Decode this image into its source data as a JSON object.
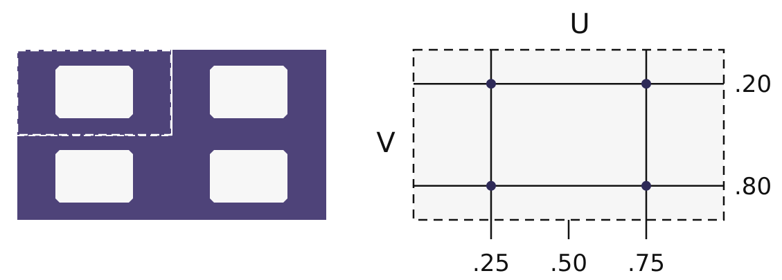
{
  "colors": {
    "tile_fill": "#4e4379",
    "hole_fill": "#f7f7f7",
    "selection_outline": "#ffffff",
    "uv_frame_fill": "#f6f6f6",
    "line": "#111111",
    "point": "#2e2a58"
  },
  "left_panel": {
    "tiles": {
      "columns": 2,
      "rows": 2,
      "selected": "top-left"
    }
  },
  "right_panel": {
    "u_label": "U",
    "v_label": "V",
    "u_ticks": [
      ".25",
      ".50",
      ".75"
    ],
    "u_values": [
      0.25,
      0.5,
      0.75
    ],
    "v_ticks": [
      ".20",
      ".80"
    ],
    "v_values": [
      0.2,
      0.8
    ],
    "guide_u_values": [
      0.25,
      0.75
    ],
    "points": [
      {
        "u": 0.25,
        "v": 0.2
      },
      {
        "u": 0.75,
        "v": 0.2
      },
      {
        "u": 0.25,
        "v": 0.8
      },
      {
        "u": 0.75,
        "v": 0.8
      }
    ]
  }
}
